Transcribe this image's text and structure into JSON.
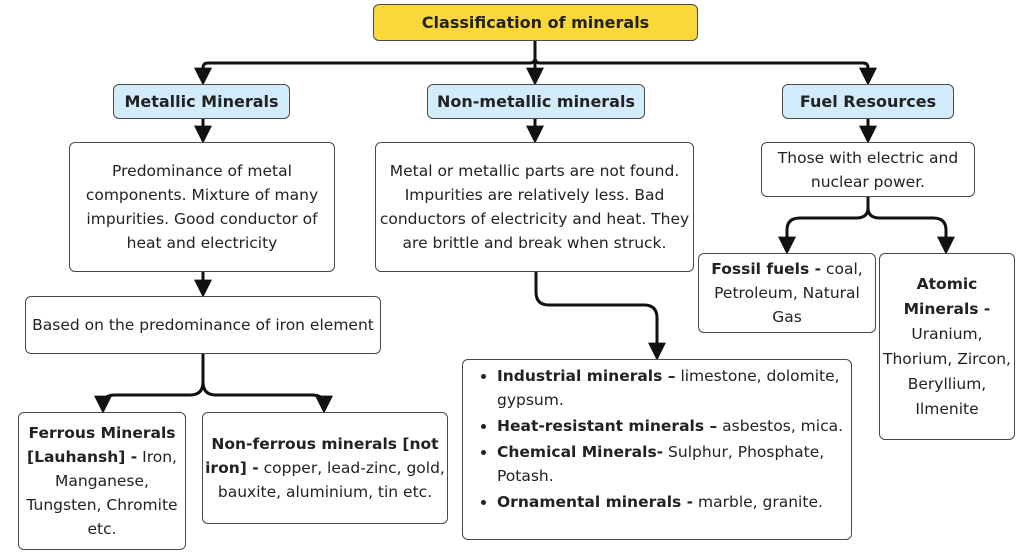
{
  "title": "Classification of minerals",
  "categories": {
    "metallic": "Metallic Minerals",
    "non_metallic": "Non-metallic minerals",
    "fuel": "Fuel Resources"
  },
  "descriptions": {
    "metallic": "Predominance of metal components. Mixture of many impurities. Good conductor of heat and electricity",
    "non_metallic": "Metal or metallic parts are not found. Impurities are relatively less. Bad conductors of electricity and heat. They are brittle and break when struck.",
    "fuel": "Those with electric and nuclear power."
  },
  "iron_basis": "Based on the predominance of iron element",
  "ferrous": {
    "label": "Ferrous Minerals [Lauhansh] -",
    "text": "Iron, Manganese, Tungsten, Chromite etc."
  },
  "non_ferrous": {
    "label": "Non-ferrous minerals [not iron] -",
    "text": "copper, lead-zinc, gold, bauxite, aluminium, tin etc."
  },
  "fossil_fuels": {
    "label": "Fossil fuels -",
    "text": "coal, Petroleum, Natural Gas"
  },
  "atomic_minerals": {
    "label": "Atomic Minerals -",
    "text": "Uranium, Thorium, Zircon, Beryllium, Ilmenite"
  },
  "non_metallic_types": [
    {
      "label": "Industrial minerals –",
      "text": "limestone, dolomite, gypsum."
    },
    {
      "label": "Heat-resistant minerals –",
      "text": "asbestos, mica."
    },
    {
      "label": "Chemical Minerals-",
      "text": "Sulphur, Phosphate, Potash."
    },
    {
      "label": "Ornamental minerals -",
      "text": "marble, granite."
    }
  ],
  "colors": {
    "title_fill": "#fbd83a",
    "category_fill": "#d3ecfb",
    "connector": "#111111"
  }
}
